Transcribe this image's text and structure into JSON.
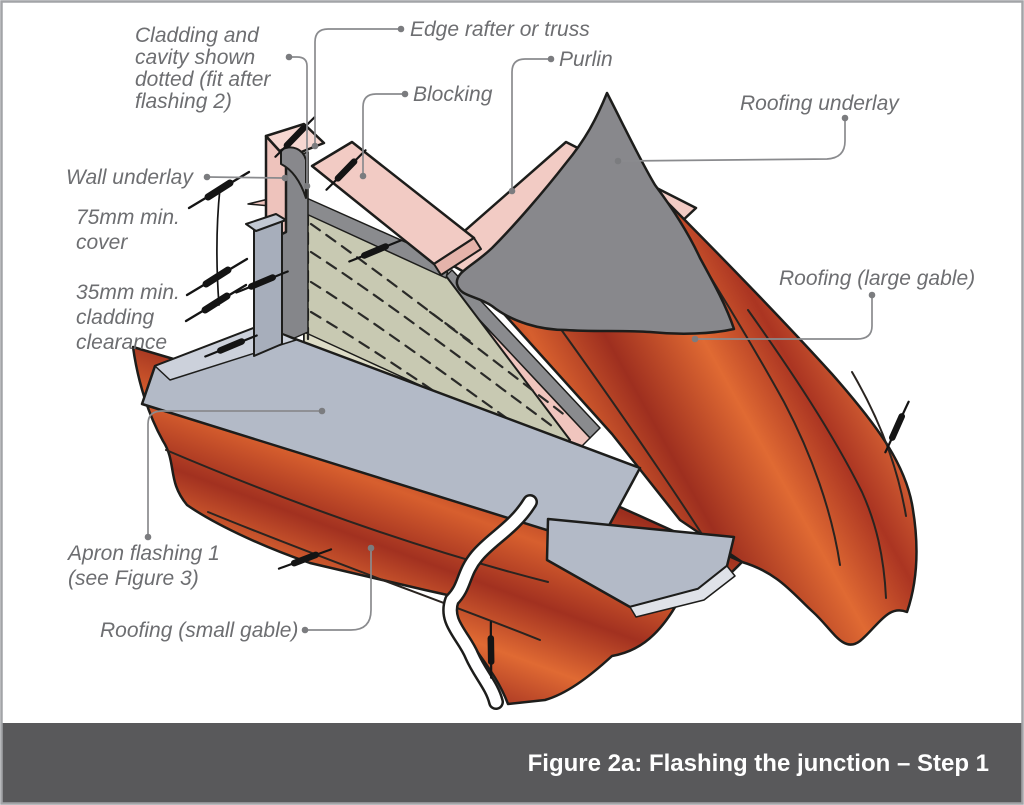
{
  "figure": {
    "caption": "Figure 2a: Flashing the junction – Step 1"
  },
  "labels": {
    "cladding_note_1": "Cladding and",
    "cladding_note_2": "cavity shown",
    "cladding_note_3": "dotted (fit after",
    "cladding_note_4": "flashing 2)",
    "edge_rafter": "Edge rafter or truss",
    "blocking": "Blocking",
    "purlin": "Purlin",
    "roofing_underlay": "Roofing underlay",
    "wall_underlay": "Wall underlay",
    "cover_75_line1": "75mm min.",
    "cover_75_line2": "cover",
    "clearance_35_line1": "35mm min.",
    "clearance_35_line2": "cladding",
    "clearance_35_line3": "clearance",
    "roofing_large_gable": "Roofing (large gable)",
    "apron_flashing_line1": "Apron flashing 1",
    "apron_flashing_line2": "(see Figure 3)",
    "roofing_small_gable": "Roofing (small gable)"
  },
  "colors": {
    "timber_pink": "#f0c5be",
    "timber_pink_light": "#f6d7d1",
    "timber_pink_dark": "#e5b3aa",
    "underlay_gray": "#88888c",
    "gable_wall_beige": "#c8c9b2",
    "gable_wall_beige_light": "#deddc7",
    "flashing_gray": "#b3bac7",
    "flashing_gray_light": "#ccd1db",
    "roof_red_dark": "#9c2e1e",
    "roof_red_orange": "#e06a33",
    "outline_black": "#1d1d1b",
    "label_text": "#6d6e71",
    "caption_bar": "#59595b",
    "caption_text": "#ffffff"
  }
}
